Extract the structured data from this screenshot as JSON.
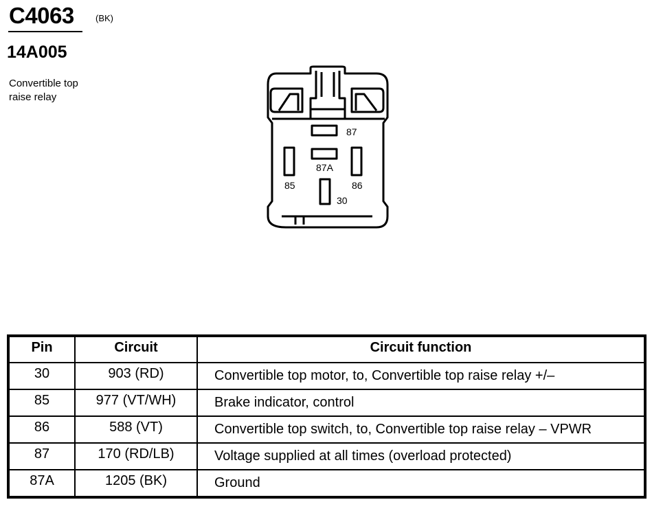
{
  "header": {
    "connector_id": "C4063",
    "connector_color": "(BK)",
    "part_number": "14A005",
    "description_lines": [
      "Convertible top",
      "raise relay"
    ]
  },
  "connector_pins": {
    "p87": "87",
    "p87a": "87A",
    "p85": "85",
    "p86": "86",
    "p30": "30"
  },
  "table": {
    "headers": [
      "Pin",
      "Circuit",
      "Circuit function"
    ],
    "rows": [
      {
        "pin": "30",
        "circuit": "903 (RD)",
        "function": "Convertible top motor, to, Convertible top raise relay +/–"
      },
      {
        "pin": "85",
        "circuit": "977 (VT/WH)",
        "function": "Brake indicator, control"
      },
      {
        "pin": "86",
        "circuit": "588 (VT)",
        "function": "Convertible top switch, to, Convertible top raise relay – VPWR"
      },
      {
        "pin": "87",
        "circuit": "170 (RD/LB)",
        "function": "Voltage supplied at all times (overload protected)"
      },
      {
        "pin": "87A",
        "circuit": "1205 (BK)",
        "function": "Ground"
      }
    ]
  }
}
